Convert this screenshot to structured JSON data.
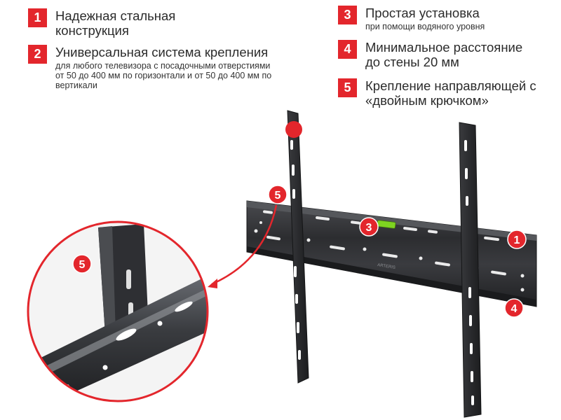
{
  "features": [
    {
      "num": "1",
      "title": "Надежная стальная конструкция",
      "sub": ""
    },
    {
      "num": "2",
      "title": "Универсальная система крепления",
      "sub": "для любого телевизора с посадочными отверстиями от 50 до 400 мм по горизонтали и от 50 до 400 мм  по вертикали"
    },
    {
      "num": "3",
      "title": "Простая установка",
      "sub": "при помощи водяного уровня"
    },
    {
      "num": "4",
      "title": "Минимальное расстояние до стены 20 мм",
      "sub": ""
    },
    {
      "num": "5",
      "title": "Крепление направляющей с «двойным крючком»",
      "sub": ""
    }
  ],
  "markers": {
    "m1": "1",
    "m3": "3",
    "m4": "4",
    "m5": "5",
    "m5_zoom": "5"
  },
  "product_label": "ARTERIS",
  "colors": {
    "accent": "#e3262c",
    "bracket": "#2f3033",
    "level": "#7ed321"
  }
}
